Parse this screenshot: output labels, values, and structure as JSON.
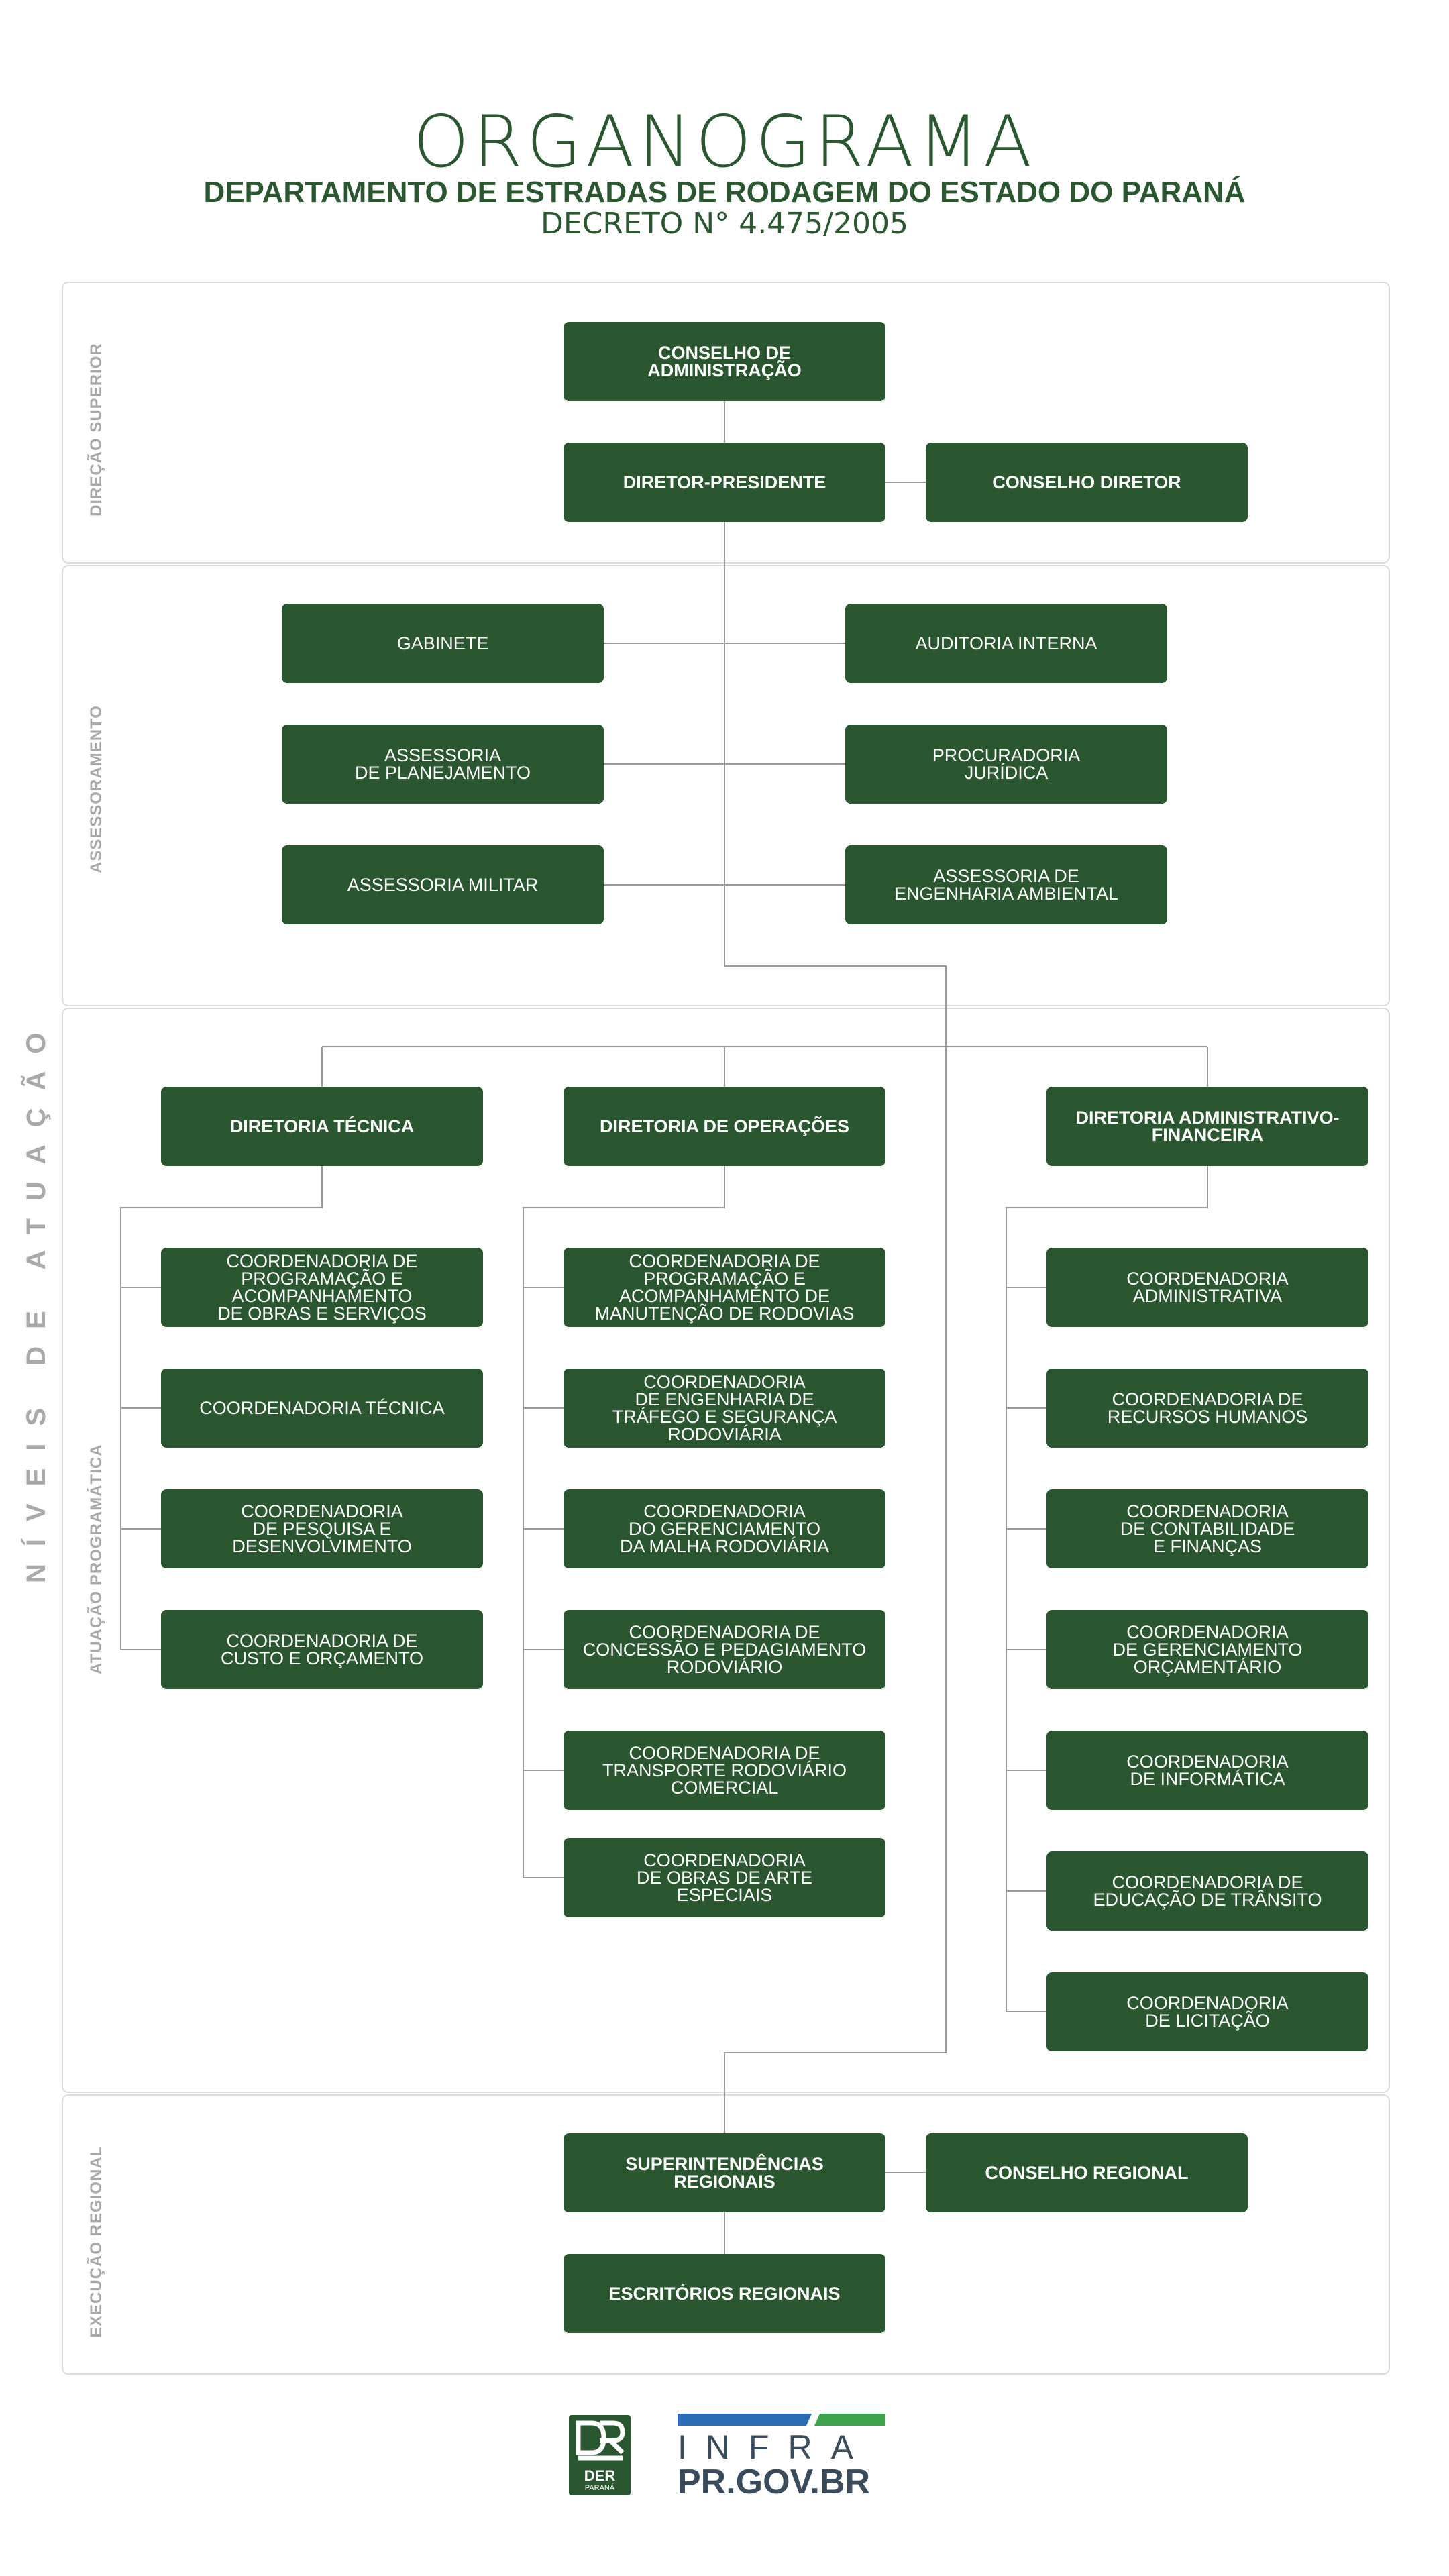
{
  "header": {
    "title": "ORGANOGRAMA",
    "subtitle": "DEPARTAMENTO DE ESTRADAS DE RODAGEM DO ESTADO DO PARANÁ",
    "decree": "DECRETO N° 4.475/2005"
  },
  "sections": {
    "direcao": "DIREÇÃO SUPERIOR",
    "assessoramento": "ASSESSORAMENTO",
    "atuacao": "ATUAÇÃO PROGRAMÁTICA",
    "execucao": "EXECUÇÃO REGIONAL",
    "niveis": "NÍVEIS DE ATUAÇÃO"
  },
  "boxes": {
    "conselho_adm": "CONSELHO DE\nADMINISTRAÇÃO",
    "diretor_presidente": "DIRETOR-PRESIDENTE",
    "conselho_diretor": "CONSELHO DIRETOR",
    "gabinete": "GABINETE",
    "auditoria": "AUDITORIA INTERNA",
    "assessoria_planejamento": "ASSESSORIA\nDE PLANEJAMENTO",
    "procuradoria": "PROCURADORIA\nJURÍDICA",
    "assessoria_militar": "ASSESSORIA MILITAR",
    "assessoria_ambiental": "ASSESSORIA DE\nENGENHARIA AMBIENTAL",
    "diretoria_tecnica": "DIRETORIA TÉCNICA",
    "diretoria_operacoes": "DIRETORIA DE OPERAÇÕES",
    "diretoria_adm": "DIRETORIA ADMINISTRATIVO-\nFINANCEIRA",
    "tec_1": "COORDENADORIA DE\nPROGRAMAÇÃO E\nACOMPANHAMENTO\nDE OBRAS E SERVIÇOS",
    "tec_2": "COORDENADORIA TÉCNICA",
    "tec_3": "COORDENADORIA\nDE PESQUISA E\nDESENVOLVIMENTO",
    "tec_4": "COORDENADORIA DE\nCUSTO E ORÇAMENTO",
    "op_1": "COORDENADORIA DE\nPROGRAMAÇÃO E\nACOMPANHAMENTO DE\nMANUTENÇÃO DE RODOVIAS",
    "op_2": "COORDENADORIA\nDE ENGENHARIA DE\nTRÁFEGO E SEGURANÇA\nRODOVIÁRIA",
    "op_3": "COORDENADORIA\nDO GERENCIAMENTO\nDA MALHA RODOVIÁRIA",
    "op_4": "COORDENADORIA DE\nCONCESSÃO E PEDAGIAMENTO\nRODOVIÁRIO",
    "op_5": "COORDENADORIA DE\nTRANSPORTE RODOVIÁRIO\nCOMERCIAL",
    "op_6": "COORDENADORIA\nDE OBRAS DE ARTE\nESPECIAIS",
    "adm_1": "COORDENADORIA\nADMINISTRATIVA",
    "adm_2": "COORDENADORIA DE\nRECURSOS HUMANOS",
    "adm_3": "COORDENADORIA\nDE CONTABILIDADE\nE FINANÇAS",
    "adm_4": "COORDENADORIA\nDE GERENCIAMENTO\nORÇAMENTÁRIO",
    "adm_5": "COORDENADORIA\nDE INFORMÁTICA",
    "adm_6": "COORDENADORIA DE\nEDUCAÇÃO DE TRÂNSITO",
    "adm_7": "COORDENADORIA\nDE LICITAÇÃO",
    "superintendencias": "SUPERINTENDÊNCIAS\nREGIONAIS",
    "conselho_regional": "CONSELHO REGIONAL",
    "escritorios": "ESCRITÓRIOS REGIONAIS"
  },
  "footer": {
    "der_logo_text": "DER",
    "der_logo_sub": "PARANÁ",
    "infra_text": "INFRA",
    "infra_domain": "PR.GOV.BR"
  },
  "colors": {
    "primary": "#2a5630",
    "line": "#9a9a9a",
    "blue": "#2a6db5",
    "light_green": "#3fa34d"
  }
}
